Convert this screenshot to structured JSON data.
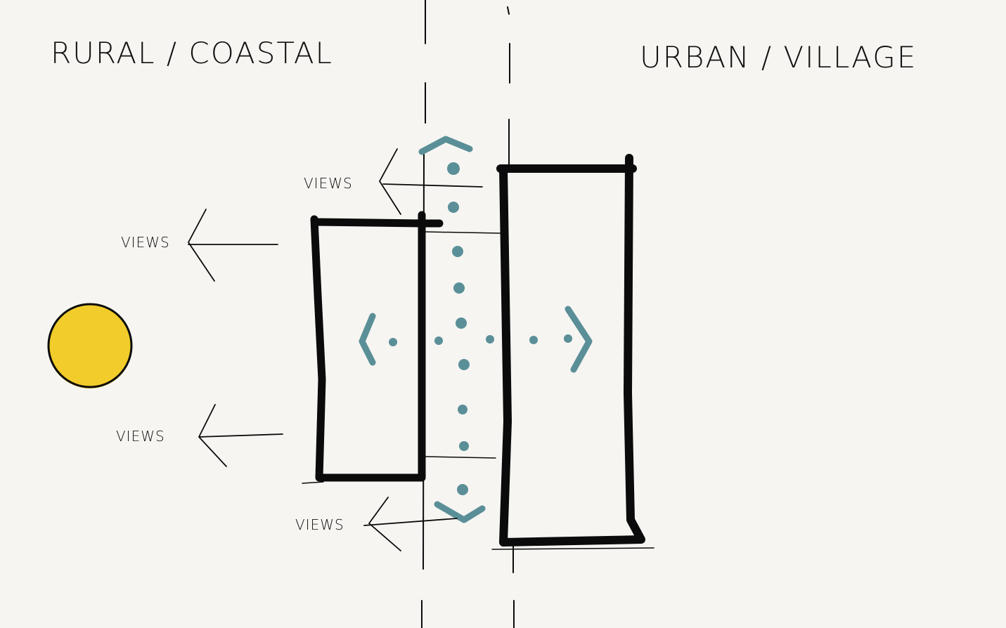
{
  "labels": {
    "left_context": "RURAL / COASTAL",
    "right_context": "URBAN / VILLAGE",
    "views": [
      "VIEWS",
      "VIEWS",
      "VIEWS",
      "VIEWS"
    ]
  },
  "colors": {
    "background": "#f6f5f2",
    "ink": "#0b0b0b",
    "sun": "#f2cc2a",
    "circulation": "#5b8f98"
  }
}
